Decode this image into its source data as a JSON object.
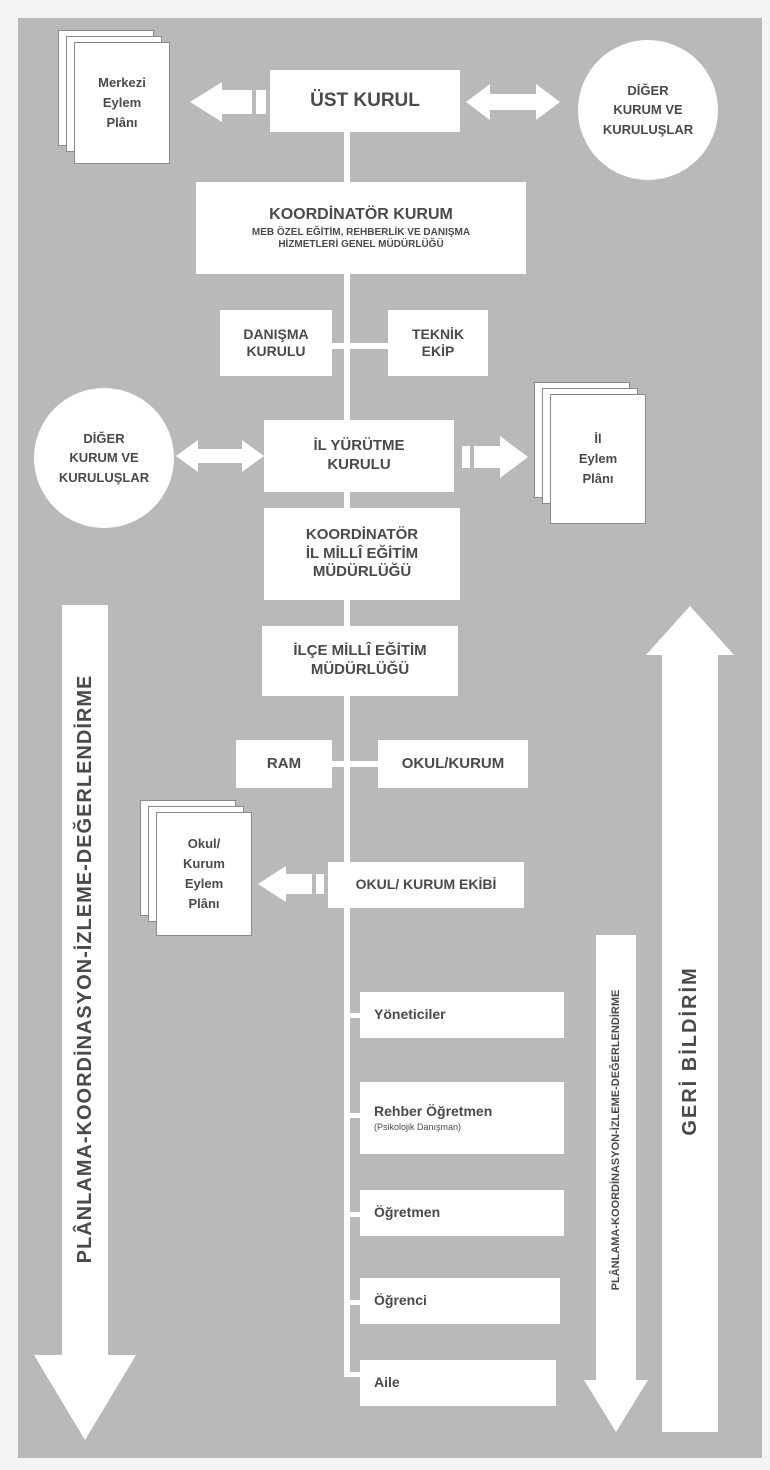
{
  "diagram": {
    "ust_kurul": "ÜST KURUL",
    "merkezi_plan": [
      "Merkezi",
      "Eylem",
      "Plânı"
    ],
    "diger_kurum_top": [
      "DİĞER",
      "KURUM VE",
      "KURULUŞLAR"
    ],
    "koordinator_kurum": [
      "KOORDİNATÖR KURUM",
      "MEB ÖZEL EĞİTİM, REHBERLİK VE DANIŞMA",
      "HİZMETLERİ GENEL MÜDÜRLÜĞÜ"
    ],
    "danisma_kurulu": [
      "DANIŞMA",
      "KURULU"
    ],
    "teknik_ekip": [
      "TEKNİK",
      "EKİP"
    ],
    "diger_kurum_mid": [
      "DİĞER",
      "KURUM VE",
      "KURULUŞLAR"
    ],
    "il_yurutme": [
      "İL YÜRÜTME",
      "KURULU"
    ],
    "il_plan": [
      "İl",
      "Eylem",
      "Plânı"
    ],
    "koordinator_il": [
      "KOORDİNATÖR",
      "İL MİLLÎ EĞİTİM",
      "MÜDÜRLÜĞÜ"
    ],
    "ilce": [
      "İLÇE MİLLÎ EĞİTİM",
      "MÜDÜRLÜĞÜ"
    ],
    "ram": "RAM",
    "okul_kurum": "OKUL/KURUM",
    "okul_plan": [
      "Okul/",
      "Kurum",
      "Eylem",
      "Plânı"
    ],
    "okul_ekibi": "OKUL/ KURUM EKİBİ",
    "yoneticiler": "Yöneticiler",
    "rehber": "Rehber Öğretmen",
    "rehber_sub": "(Psikolojik Danışman)",
    "ogretmen": "Öğretmen",
    "ogrenci": "Öğrenci",
    "aile": "Aile",
    "left_vertical": "PLÂNLAMA-KOORDİNASYON-İZLEME-DEĞERLENDİRME",
    "inner_vertical": "PLÂNLAMA-KOORDİNASYON-İZLEME-DEĞERLENDİRME",
    "right_vertical": "GERİ BİLDİRİM"
  }
}
